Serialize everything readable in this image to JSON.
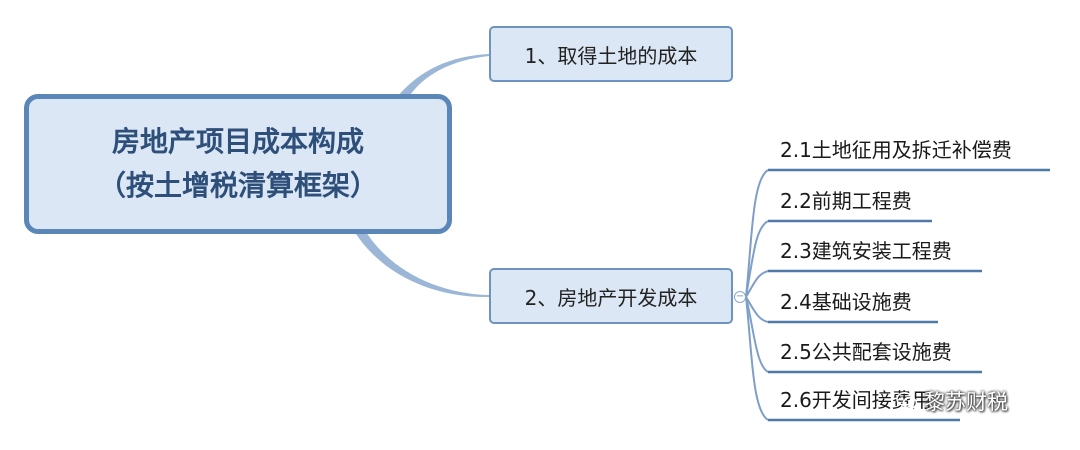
{
  "diagram": {
    "root": {
      "line1": "房地产项目成本构成",
      "line2": "（按土增税清算框架）"
    },
    "branches": [
      {
        "label": "1、取得土地的成本"
      },
      {
        "label": "2、房地产开发成本"
      }
    ],
    "sub_items": [
      {
        "label": "2.1土地征用及拆迁补偿费"
      },
      {
        "label": "2.2前期工程费"
      },
      {
        "label": "2.3建筑安装工程费"
      },
      {
        "label": "2.4基础设施费"
      },
      {
        "label": "2.5公共配套设施费"
      },
      {
        "label": "2.6开发间接费用"
      }
    ],
    "collapse_symbol": "−"
  },
  "watermark": {
    "text": "黎苏财税"
  },
  "colors": {
    "node_fill": "#dbe7f4",
    "root_border": "#5a86b8",
    "branch_border": "#6f93c0",
    "connector": "#7d9fc8",
    "underline": "#4f79a8"
  }
}
